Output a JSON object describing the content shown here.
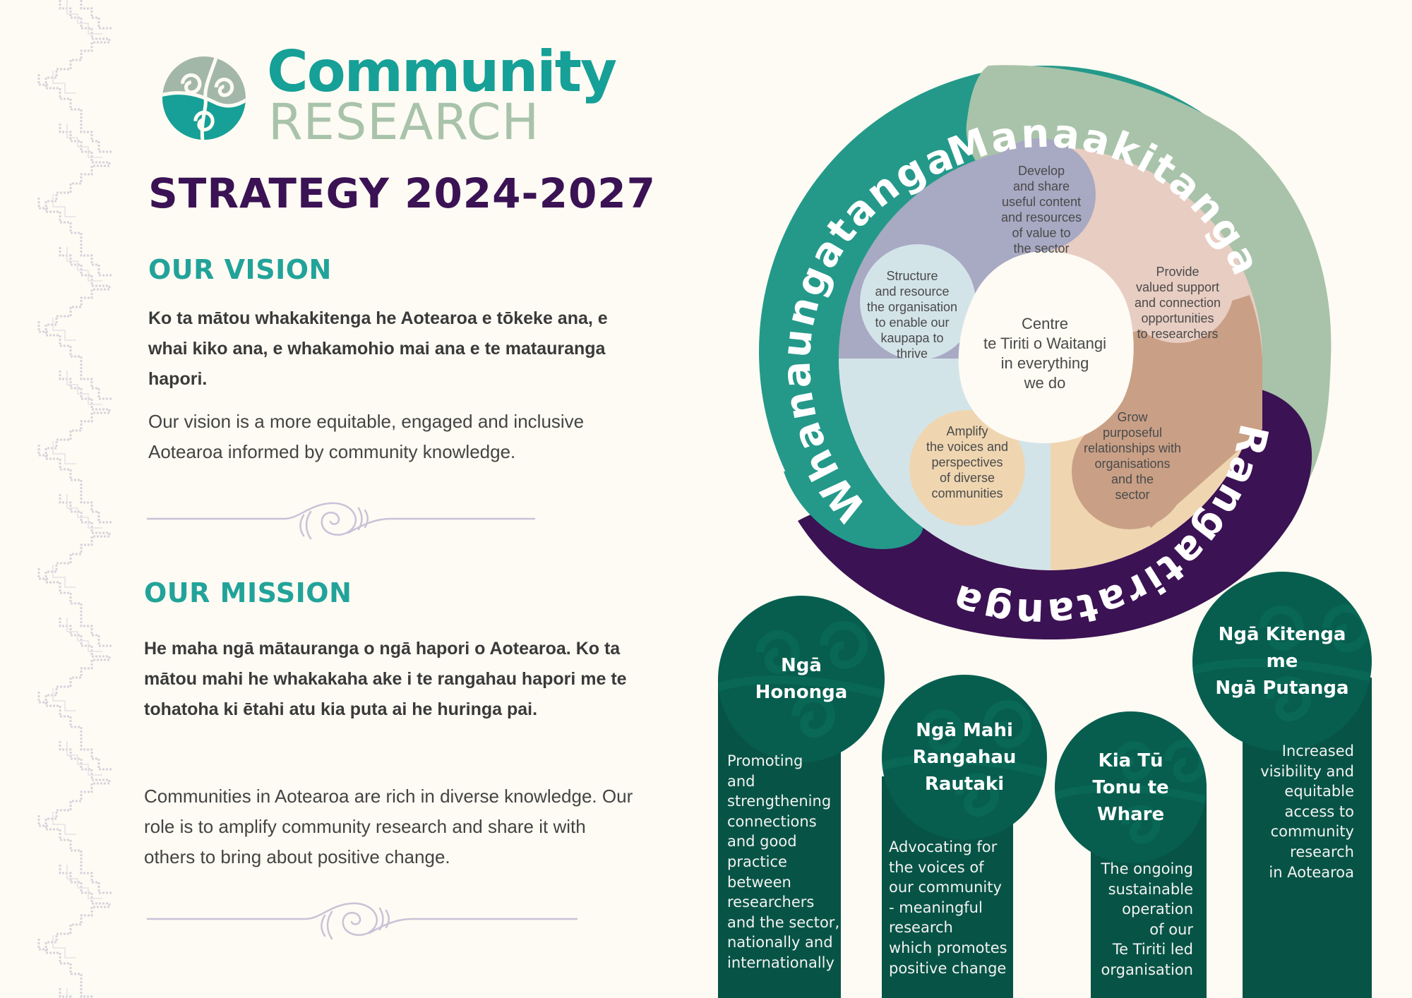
{
  "brand": {
    "logo_line1": "Community",
    "logo_line2": "RESEARCH",
    "colors": {
      "teal": "#16a097",
      "sage": "#a9c3ab",
      "purple": "#3b1254",
      "dark_green": "#075446",
      "background": "#fdfbf3"
    }
  },
  "page_title": "STRATEGY 2024-2027",
  "vision": {
    "heading": "OUR VISION",
    "maori": "Ko ta mātou whakakitenga he Aotearoa e tōkeke ana, e whai kiko ana, e whakamohio mai ana e te matauranga hapori.",
    "english": "Our vision is a more equitable, engaged and inclusive Aotearoa informed by community knowledge."
  },
  "mission": {
    "heading": "OUR MISSION",
    "maori": "He maha ngā mātauranga o ngā hapori o Aotearoa. Ko ta mātou mahi he whakakaha ake i te rangahau hapori me te tohatoha ki ētahi atu kia puta ai he huringa pai.",
    "english": "Communities in Aotearoa are rich in diverse knowledge. Our role is to amplify community research and share it with others to bring about positive change."
  },
  "decor": {
    "divider_icon": "koru-divider-icon",
    "border_icon": "poutama-pattern-icon",
    "logo_icon": "koru-logo-icon"
  },
  "diagram": {
    "outer_ring": [
      {
        "label": "Whanaungatanga",
        "color": "#24998a"
      },
      {
        "label": "Manaakitanga",
        "color": "#a8c3a9"
      },
      {
        "label": "Rangatiratanga",
        "color": "#3b1254"
      }
    ],
    "centre": [
      "Centre",
      "te Tiriti o Waitangi",
      "in everything",
      "we do"
    ],
    "petals": [
      {
        "lines": [
          "Develop",
          "and share",
          "useful content",
          "and resources",
          "of value to",
          "the sector"
        ],
        "color": "#a8a9c3"
      },
      {
        "lines": [
          "Provide",
          "valued support",
          "and connection",
          "opportunities",
          "to researchers"
        ],
        "color": "#e8cdc2"
      },
      {
        "lines": [
          "Grow",
          "purposeful",
          "relationships with",
          "organisations",
          "and the",
          "sector"
        ],
        "color": "#c9a086"
      },
      {
        "lines": [
          "Amplify",
          "the voices and",
          "perspectives",
          "of diverse",
          "communities"
        ],
        "color": "#efd6b1"
      },
      {
        "lines": [
          "Structure",
          "and resource",
          "the organisation",
          "to enable our",
          "kaupapa to",
          "thrive"
        ],
        "color": "#d3e4e9"
      }
    ]
  },
  "pillars": [
    {
      "title_lines": [
        "Ngā",
        "Hononga"
      ],
      "desc_lines": [
        "Promoting",
        "and",
        "strengthening",
        "connections",
        "and good",
        "practice",
        "between",
        "researchers",
        "and the sector,",
        "nationally and",
        "internationally"
      ]
    },
    {
      "title_lines": [
        "Ngā Mahi",
        "Rangahau",
        "Rautaki"
      ],
      "desc_lines": [
        "Advocating for",
        "the voices of",
        "our community",
        "- meaningful",
        "research",
        "which promotes",
        "positive change"
      ]
    },
    {
      "title_lines": [
        "Kia Tū",
        "Tonu te",
        "Whare"
      ],
      "desc_lines": [
        "The ongoing",
        "sustainable",
        "operation",
        "of our",
        "Te Tiriti led",
        "organisation"
      ]
    },
    {
      "title_lines": [
        "Ngā Kitenga",
        "me",
        "Ngā Putanga"
      ],
      "desc_lines": [
        "Increased",
        "visibility and",
        "equitable",
        "access to",
        "community",
        "research",
        "in Aotearoa"
      ]
    }
  ]
}
